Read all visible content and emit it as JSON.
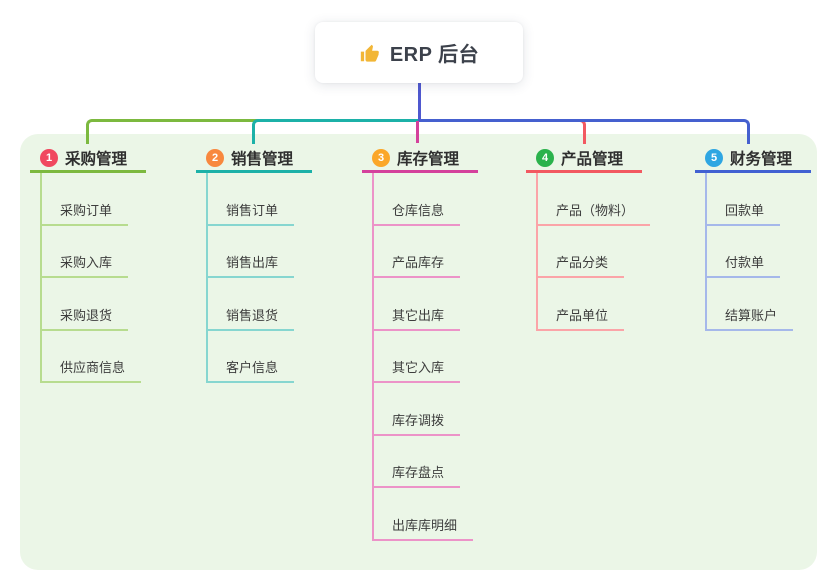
{
  "root": {
    "title": "ERP 后台",
    "icon": "thumbs-up-icon",
    "icon_color": "#f2b636",
    "connector_color": "#4f58cf"
  },
  "colors": {
    "panel_background": "#ebf6e7",
    "top_link_blue": "#4560cf"
  },
  "branches": [
    {
      "index": "1",
      "title": "采购管理",
      "color": "#7cb93f",
      "light": "#b7dc8f",
      "badge": "#f0485f",
      "children": [
        "采购订单",
        "采购入库",
        "采购退货",
        "供应商信息"
      ]
    },
    {
      "index": "2",
      "title": "销售管理",
      "color": "#1cb1a8",
      "light": "#86d6d0",
      "badge": "#f8883e",
      "children": [
        "销售订单",
        "销售出库",
        "销售退货",
        "客户信息"
      ]
    },
    {
      "index": "3",
      "title": "库存管理",
      "color": "#d4419c",
      "light": "#ec93c8",
      "badge": "#fba729",
      "children": [
        "仓库信息",
        "产品库存",
        "其它出库",
        "其它入库",
        "库存调拨",
        "库存盘点",
        "出库库明细"
      ]
    },
    {
      "index": "4",
      "title": "产品管理",
      "color": "#f25961",
      "light": "#fba4a8",
      "badge": "#2bb24c",
      "children": [
        "产品（物料）",
        "产品分类",
        "产品单位"
      ]
    },
    {
      "index": "5",
      "title": "财务管理",
      "color": "#4161d2",
      "light": "#a5b8ea",
      "badge": "#2ea6e2",
      "children": [
        "回款单",
        "付款单",
        "结算账户"
      ]
    }
  ]
}
